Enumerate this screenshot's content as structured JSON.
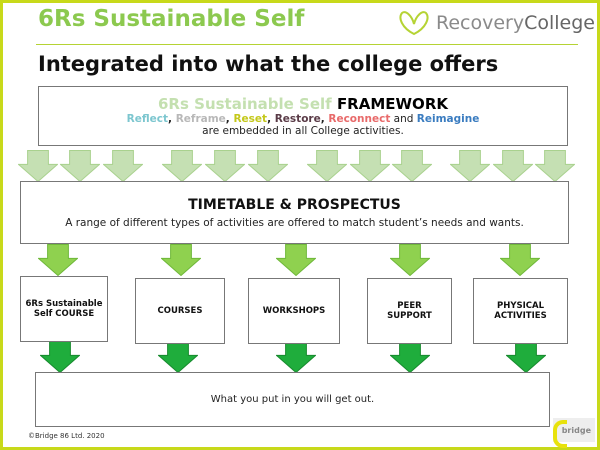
{
  "header": {
    "title": "6Rs Sustainable Self",
    "logo_text_1": "Recovery",
    "logo_text_2": "College",
    "subtitle": "Integrated into what the college offers"
  },
  "framework": {
    "heading_green": "6Rs Sustainable Self",
    "heading_black": "FRAMEWORK",
    "rs": [
      {
        "label": "Reflect",
        "color": "#7cc6cf"
      },
      {
        "label": "Reframe",
        "color": "#b8b8b8"
      },
      {
        "label": "Reset",
        "color": "#c4c81a"
      },
      {
        "label": "Restore",
        "color": "#5a3b47"
      },
      {
        "label": "Reconnect",
        "color": "#e86a6a"
      },
      {
        "label": "Reimagine",
        "color": "#3a7cc0"
      }
    ],
    "and": "and",
    "comma": ",",
    "embedded": "are embedded in all College activities."
  },
  "timetable": {
    "heading": "TIMETABLE & PROSPECTUS",
    "text": "A range of different types of activities are offered to match student’s needs and wants."
  },
  "activities": [
    {
      "label": "6Rs Sustainable Self COURSE"
    },
    {
      "label": "COURSES"
    },
    {
      "label": "WORKSHOPS"
    },
    {
      "label": "PEER SUPPORT"
    },
    {
      "label": "PHYSICAL ACTIVITIES"
    }
  ],
  "outcome": "What you put in you will get out.",
  "footer": {
    "copyright": "©Bridge 86 Ltd. 2020",
    "bridge_logo": "bridge"
  },
  "colors": {
    "light_arrow": "#c5e0b3",
    "mid_arrow": "#8fd14f",
    "dark_arrow": "#1fad3c",
    "accent": "#8cc94f"
  }
}
